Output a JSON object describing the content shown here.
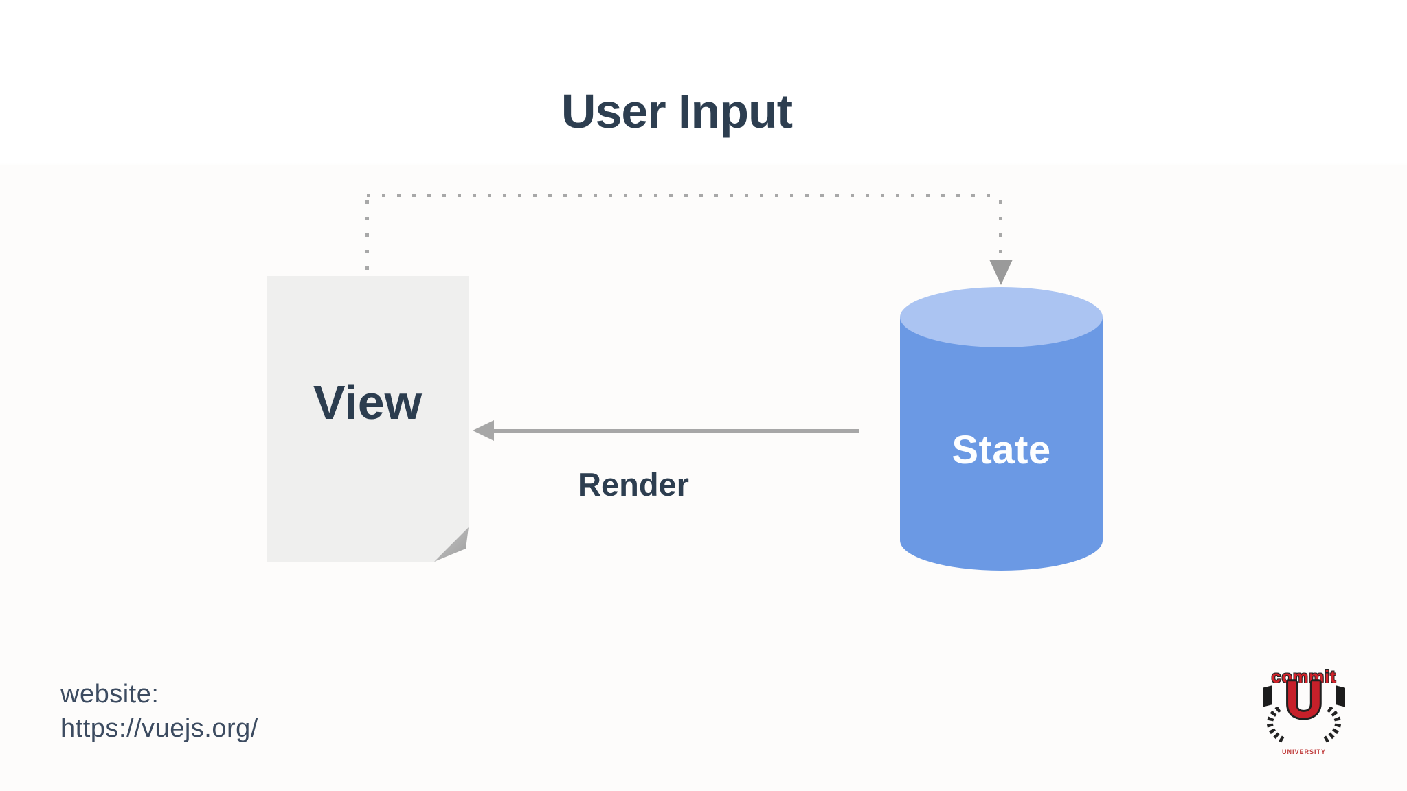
{
  "slide": {
    "title": "User Input",
    "nodes": {
      "view": {
        "label": "View"
      },
      "state": {
        "label": "State"
      }
    },
    "edges": {
      "render": {
        "label": "Render",
        "style": "solid-gray-arrow",
        "direction": "state-to-view"
      },
      "user_input": {
        "style": "dotted-gray",
        "direction": "view-to-state"
      }
    },
    "footer": {
      "website_label": "website:",
      "website_url": "https://vuejs.org/"
    },
    "logo": {
      "top_text": "commit",
      "letter": "U",
      "bottom_text": "UNIVERSITY"
    },
    "colors": {
      "title_text": "#2d3e50",
      "view_fill": "#efefee",
      "view_fold": "#b0b0b0",
      "state_body": "#6b99e4",
      "state_top": "#abc4f2",
      "state_text": "#fdfeff",
      "arrow_gray": "#a7a7a7",
      "dotted_gray": "#a8a8a8",
      "footer_text": "#3c4b60",
      "logo_red": "#d6222a"
    }
  }
}
